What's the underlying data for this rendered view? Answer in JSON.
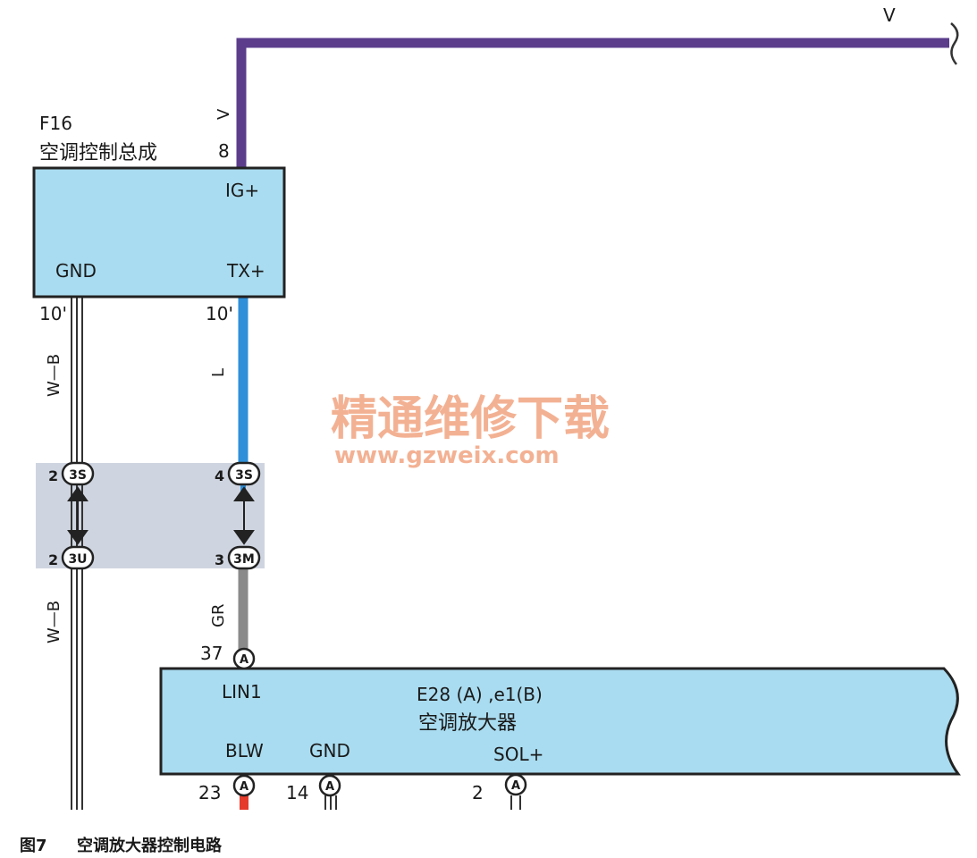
{
  "top_wire": {
    "color_code": "V"
  },
  "controller": {
    "code": "F16",
    "name": "空调控制总成",
    "pin_ig_number": "8",
    "pin_ig_wire": "V",
    "pin_ig_label": "IG+",
    "pin_gnd_label": "GND",
    "pin_tx_label": "TX+",
    "pin_gnd_number": "10'",
    "pin_tx_number": "10'"
  },
  "wires": {
    "left_upper": "W—B",
    "middle_upper": "L",
    "left_lower": "W—B",
    "middle_lower": "GR"
  },
  "connectors": {
    "c1": {
      "pin": "2",
      "code": "3S"
    },
    "c2": {
      "pin": "4",
      "code": "3S"
    },
    "c3": {
      "pin": "2",
      "code": "3U"
    },
    "c4": {
      "pin": "3",
      "code": "3M"
    }
  },
  "amplifier": {
    "code": "E28 (A) ,e1(B)",
    "name": "空调放大器",
    "pin_lin1_label": "LIN1",
    "pin_lin1_number": "37",
    "pin_lin1_conn": "A",
    "pin_blw_label": "BLW",
    "pin_blw_number": "23",
    "pin_blw_conn": "A",
    "pin_gnd_label": "GND",
    "pin_gnd_number": "14",
    "pin_gnd_conn": "A",
    "pin_sol_label": "SOL+",
    "pin_sol_number": "2",
    "pin_sol_conn": "A"
  },
  "watermark": {
    "cn": "精通维修下载",
    "url": "www.gzweix.com"
  },
  "caption": {
    "figure": "图7",
    "title": "空调放大器控制电路"
  },
  "colors": {
    "box_fill": "#a9dcf0",
    "violet_wire": "#5b3d8c",
    "blue_wire": "#2f8fd8",
    "gray_wire": "#8a8a8a",
    "red_wire": "#e53b2b",
    "watermark": "#f3b193"
  }
}
